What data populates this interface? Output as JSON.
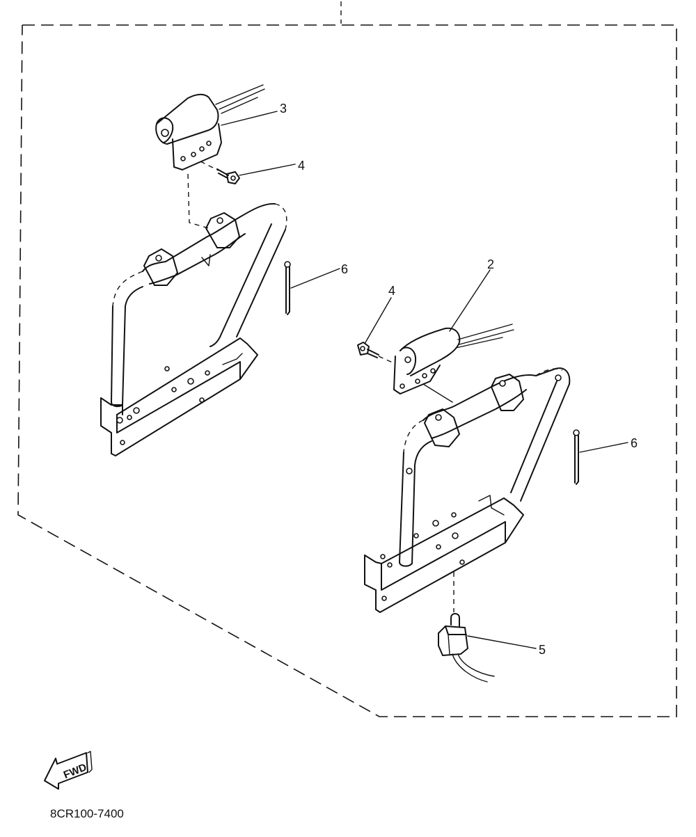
{
  "diagram": {
    "callouts": [
      {
        "id": "c3",
        "label": "3"
      },
      {
        "id": "c4a",
        "label": "4"
      },
      {
        "id": "c6a",
        "label": "6"
      },
      {
        "id": "c2",
        "label": "2"
      },
      {
        "id": "c4b",
        "label": "4"
      },
      {
        "id": "c6b",
        "label": "6"
      },
      {
        "id": "c5",
        "label": "5"
      }
    ],
    "fwd_label": "FWD",
    "part_code": "8CR100-7400"
  }
}
